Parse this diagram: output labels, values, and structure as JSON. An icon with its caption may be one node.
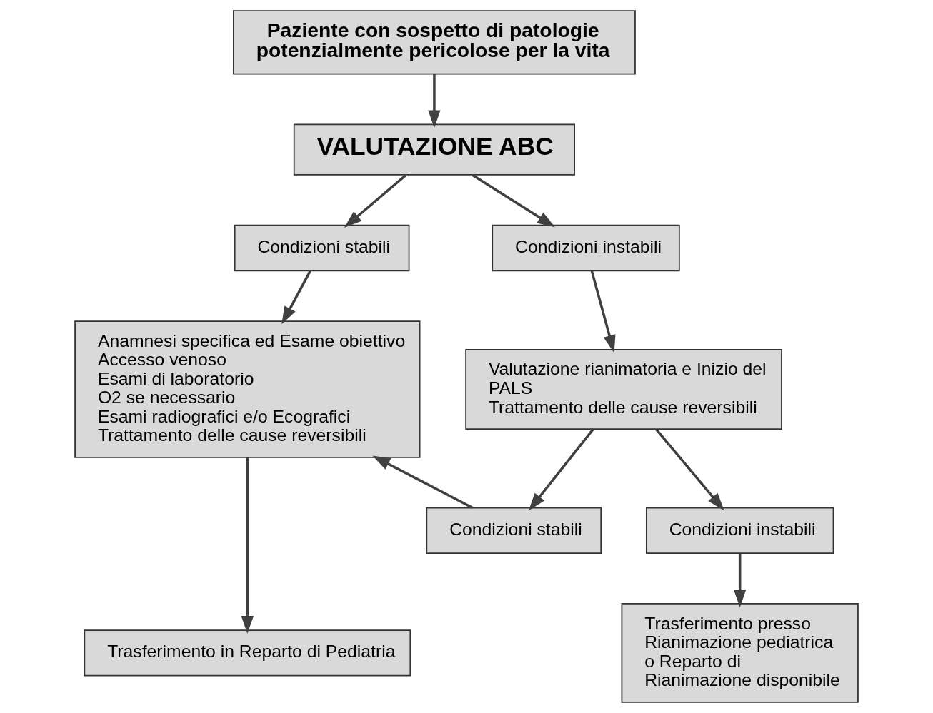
{
  "diagram": {
    "nodes": [
      {
        "text": [
          "Paziente con sospetto di patologie potenzialmente pericolose per la vita"
        ]
      },
      {
        "text": [
          "VALUTAZIONE ABC"
        ]
      },
      {
        "text": [
          "Condizioni stabili"
        ]
      },
      {
        "text": [
          "Condizioni instabili"
        ]
      },
      {
        "text": [
          "Anamnesi specifica ed Esame obiettivo",
          "Accesso venoso",
          "Esami di laboratorio",
          "O2 se necessario",
          "Esami radiografici e/o Ecografici",
          "Trattamento delle cause reversibili"
        ]
      },
      {
        "text": [
          "Valutazione rianimatoria e Inizio del PALS",
          "Trattamento delle cause reversibili"
        ]
      },
      {
        "text": [
          "Condizioni stabili"
        ]
      },
      {
        "text": [
          "Condizioni instabili"
        ]
      },
      {
        "text": [
          "Trasferimento in Reparto di Pediatria"
        ]
      },
      {
        "text": [
          "Trasferimento presso Rianimazione pediatrica o Reparto di Rianimazione disponibile"
        ]
      }
    ],
    "edges": [
      {
        "from": 0,
        "to": 1,
        "arrow": "to"
      },
      {
        "from": 1,
        "to": 2,
        "arrow": "to"
      },
      {
        "from": 1,
        "to": 3,
        "arrow": "to"
      },
      {
        "from": 2,
        "to": 4,
        "arrow": "to"
      },
      {
        "from": 3,
        "to": 5,
        "arrow": "to"
      },
      {
        "from": 5,
        "to": 6,
        "arrow": "to"
      },
      {
        "from": 5,
        "to": 7,
        "arrow": "to"
      },
      {
        "from": 6,
        "to": 4,
        "arrow": "to"
      },
      {
        "from": 4,
        "to": 8,
        "arrow": "to"
      },
      {
        "from": 7,
        "to": 9,
        "arrow": "to"
      }
    ]
  }
}
